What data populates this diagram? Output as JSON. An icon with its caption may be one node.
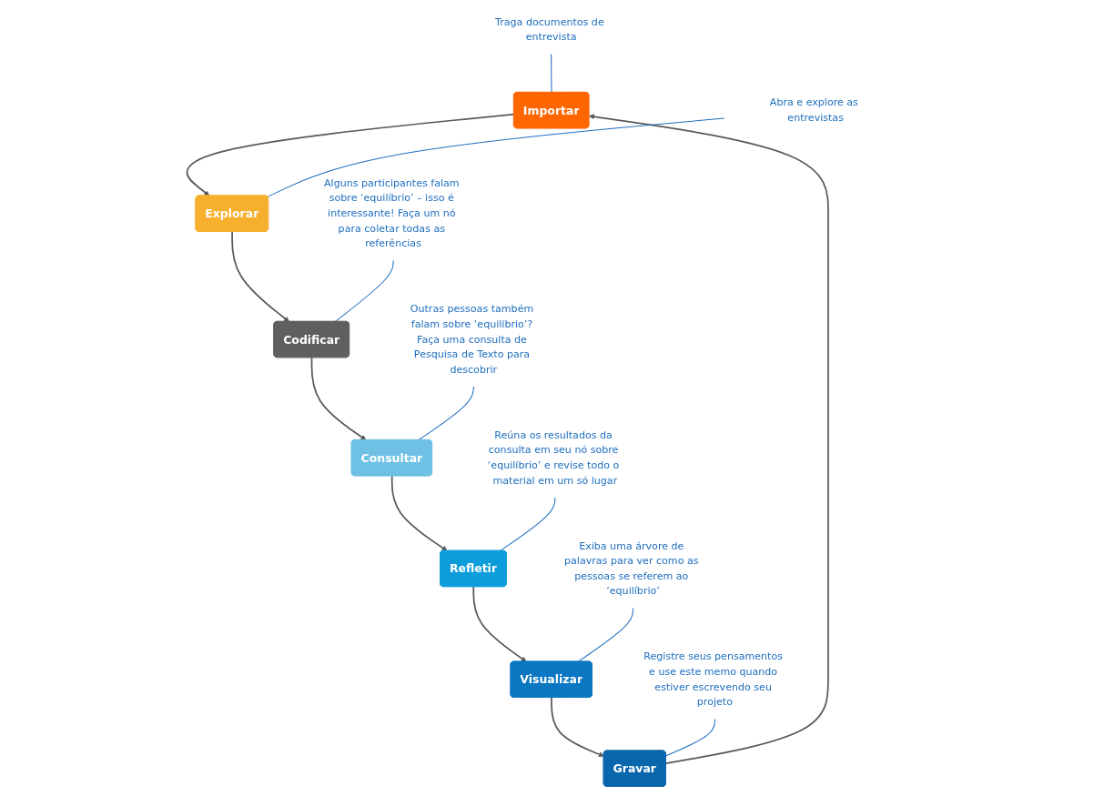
{
  "diagram": {
    "nodes": [
      {
        "text": [
          "Traga documentos de entrevista"
        ]
      },
      {
        "text": [
          "Importar"
        ]
      },
      {
        "text": [
          "Registre seus pensamentos e use este memo quando estiver escrevendo seu projeto"
        ]
      },
      {
        "text": [
          "Gravar"
        ]
      },
      {
        "text": [
          "Explorar"
        ]
      },
      {
        "text": [
          "Abra e explore as entrevistas"
        ]
      },
      {
        "text": [
          "Visualizar"
        ]
      },
      {
        "text": [
          "Codificar"
        ]
      },
      {
        "text": [
          "Alguns participantes falam sobre ‘equilíbrio’ – isso é interessante! Faça um nó para coletar todas as referências"
        ]
      },
      {
        "text": [
          "Exiba uma árvore de palavras para ver como as pessoas se referem ao ‘equilíbrio’"
        ]
      },
      {
        "text": [
          "Refletir"
        ]
      },
      {
        "text": [
          "Consultar"
        ]
      },
      {
        "text": [
          "Reúna os resultados da consulta em seu nó sobre ‘equilíbrio’ e revise todo o material em um só lugar"
        ]
      },
      {
        "text": [
          "Outras pessoas também falam sobre ‘equilíbrio’? Faça uma consulta de Pesquisa de Texto para descobrir"
        ]
      }
    ],
    "edges": [
      {
        "from": 1,
        "to": 4,
        "arrow": "to"
      },
      {
        "from": 4,
        "to": 7,
        "arrow": "to"
      },
      {
        "from": 7,
        "to": 11,
        "arrow": "to"
      },
      {
        "from": 11,
        "to": 10,
        "arrow": "to"
      },
      {
        "from": 10,
        "to": 6,
        "arrow": "to"
      },
      {
        "from": 6,
        "to": 3,
        "arrow": "to"
      },
      {
        "from": 3,
        "to": 1,
        "arrow": "to"
      },
      {
        "from": 0,
        "to": 1,
        "arrow": "none",
        "color": "#1f6fbf"
      },
      {
        "from": 5,
        "to": 4,
        "arrow": "none",
        "color": "#1f6fbf"
      },
      {
        "from": 8,
        "to": 7,
        "arrow": "none",
        "color": "#1f6fbf"
      },
      {
        "from": 13,
        "to": 11,
        "arrow": "none",
        "color": "#1f6fbf"
      },
      {
        "from": 12,
        "to": 10,
        "arrow": "none",
        "color": "#1f6fbf"
      },
      {
        "from": 9,
        "to": 6,
        "arrow": "none",
        "color": "#1f6fbf"
      },
      {
        "from": 2,
        "to": 3,
        "arrow": "none",
        "color": "#1f6fbf"
      }
    ]
  }
}
